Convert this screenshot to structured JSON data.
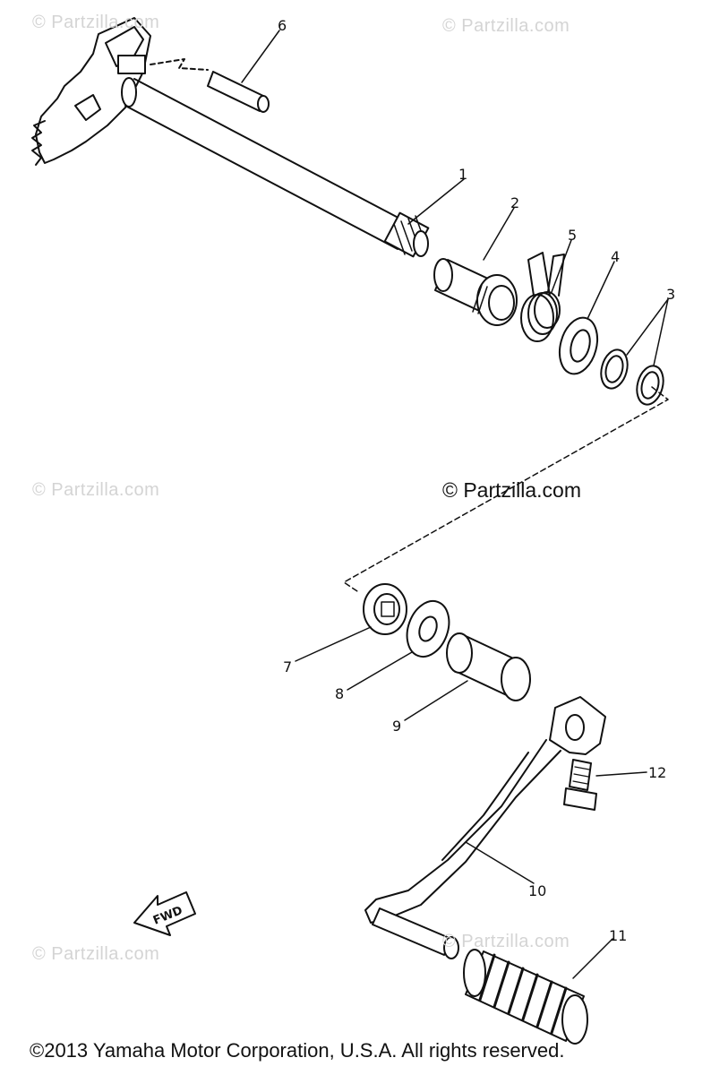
{
  "watermarks": {
    "top_left": "© Partzilla.com",
    "top_right": "© Partzilla.com",
    "mid_left": "© Partzilla.com",
    "mid_right": "© Partzilla.com",
    "bottom_left": "© Partzilla.com",
    "bottom_center": "© Partzilla.com"
  },
  "callouts": {
    "c1": "1",
    "c2": "2",
    "c3": "3",
    "c4": "4",
    "c5": "5",
    "c6": "6",
    "c7": "7",
    "c8": "8",
    "c9": "9",
    "c10": "10",
    "c11": "11",
    "c12": "12"
  },
  "fwd_label": "FWD",
  "copyright": "©2013 Yamaha Motor Corporation, U.S.A. All rights reserved."
}
